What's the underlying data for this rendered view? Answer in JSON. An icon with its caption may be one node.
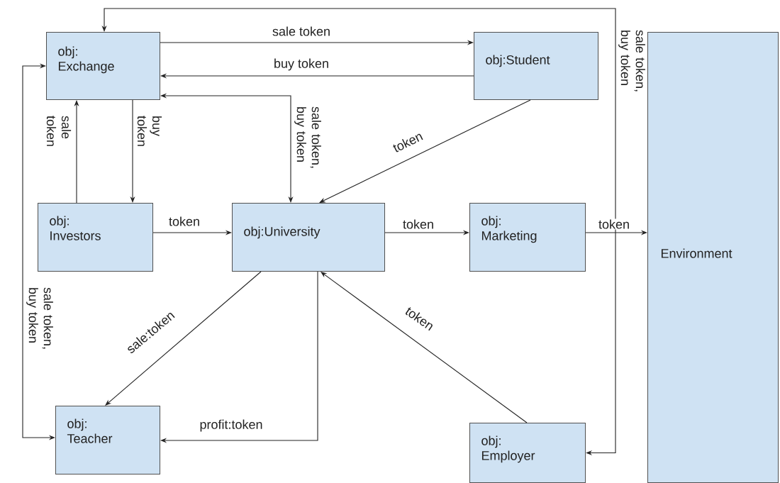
{
  "diagram": {
    "nodes": [
      {
        "text": [
          "obj: Exchange"
        ]
      },
      {
        "text": [
          "obj:Student"
        ]
      },
      {
        "text": [
          "obj: Investors"
        ]
      },
      {
        "text": [
          "obj:University"
        ]
      },
      {
        "text": [
          "obj: Marketing"
        ]
      },
      {
        "text": [
          "Environment"
        ]
      },
      {
        "text": [
          "obj: Teacher"
        ]
      },
      {
        "text": [
          "obj: Employer"
        ]
      }
    ],
    "edges": [
      {
        "from": 0,
        "to": 1,
        "arrow": "to",
        "label": "sale token"
      },
      {
        "from": 1,
        "to": 0,
        "arrow": "to",
        "label": "buy token"
      },
      {
        "from": 3,
        "to": 0,
        "arrow": "both",
        "label": "sale token, buy token"
      },
      {
        "from": 2,
        "to": 0,
        "arrow": "to",
        "label": "sale token"
      },
      {
        "from": 0,
        "to": 2,
        "arrow": "to",
        "label": "buy token"
      },
      {
        "from": 2,
        "to": 3,
        "arrow": "to",
        "label": "token"
      },
      {
        "from": 1,
        "to": 3,
        "arrow": "to",
        "label": "token"
      },
      {
        "from": 3,
        "to": 4,
        "arrow": "to",
        "label": "token"
      },
      {
        "from": 4,
        "to": 5,
        "arrow": "to",
        "label": "token"
      },
      {
        "from": 7,
        "to": 0,
        "arrow": "both",
        "label": "sale token, buy token"
      },
      {
        "from": 0,
        "to": 6,
        "arrow": "both",
        "label": "sale token, buy token"
      },
      {
        "from": 3,
        "to": 6,
        "arrow": "to",
        "label": "sale:token"
      },
      {
        "from": 3,
        "to": 6,
        "arrow": "to",
        "label": "profit:token"
      },
      {
        "from": 7,
        "to": 3,
        "arrow": "to",
        "label": "token"
      }
    ]
  }
}
